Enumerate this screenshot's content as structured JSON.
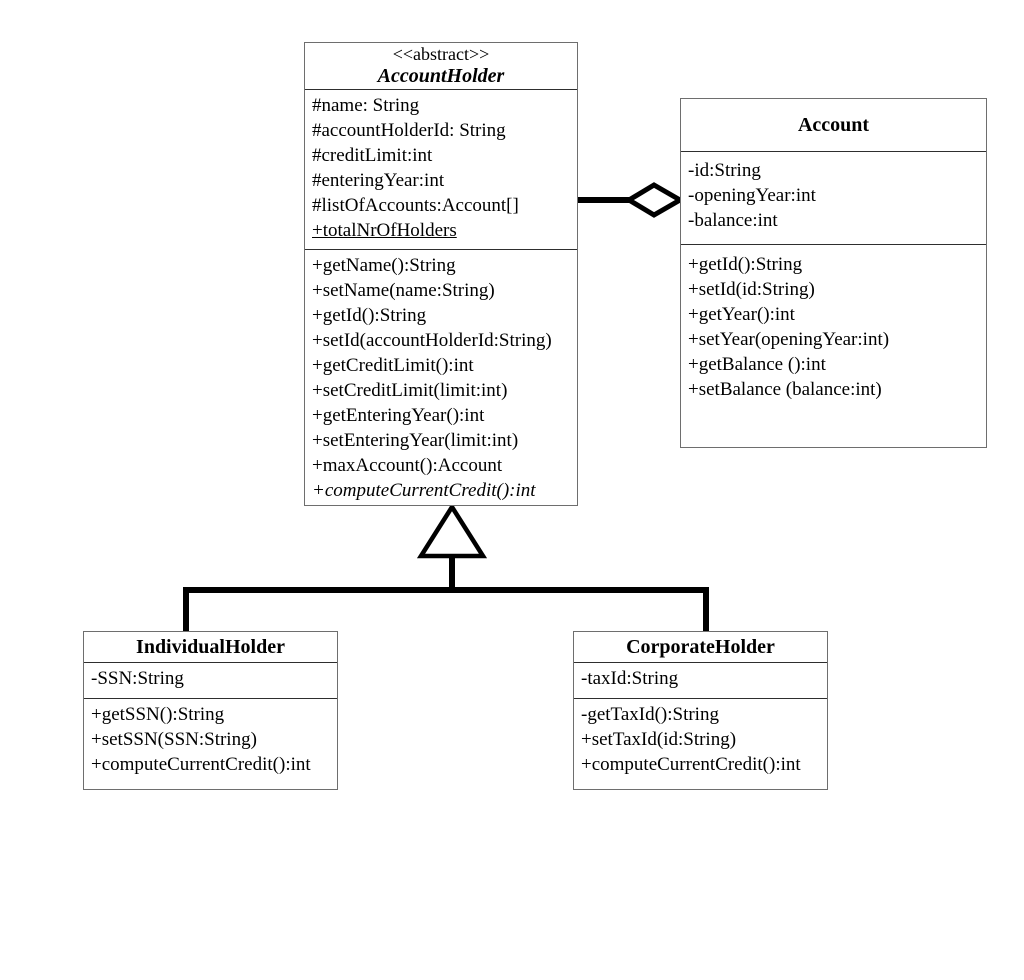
{
  "diagram": {
    "kind": "uml-class-diagram",
    "classes": {
      "account_holder": {
        "stereotype": "<<abstract>>",
        "name": "AccountHolder",
        "is_abstract": true,
        "attributes": [
          {
            "t": "#name: String"
          },
          {
            "t": "#accountHolderId: String"
          },
          {
            "t": "#creditLimit:int"
          },
          {
            "t": "#enteringYear:int"
          },
          {
            "t": "#listOfAccounts:Account[]"
          },
          {
            "t": "+totalNrOfHolders",
            "u": true
          }
        ],
        "methods": [
          {
            "t": "+getName():String"
          },
          {
            "t": "+setName(name:String)"
          },
          {
            "t": "+getId():String"
          },
          {
            "t": "+setId(accountHolderId:String)"
          },
          {
            "t": "+getCreditLimit():int"
          },
          {
            "t": "+setCreditLimit(limit:int)"
          },
          {
            "t": "+getEnteringYear():int"
          },
          {
            "t": "+setEnteringYear(limit:int)"
          },
          {
            "t": "+maxAccount():Account"
          },
          {
            "t": "+computeCurrentCredit():int",
            "i": true
          }
        ]
      },
      "account": {
        "name": "Account",
        "is_abstract": false,
        "attributes": [
          {
            "t": "-id:String"
          },
          {
            "t": "-openingYear:int"
          },
          {
            "t": "-balance:int"
          }
        ],
        "methods": [
          {
            "t": "+getId():String"
          },
          {
            "t": "+setId(id:String)"
          },
          {
            "t": "+getYear():int"
          },
          {
            "t": "+setYear(openingYear:int)"
          },
          {
            "t": "+getBalance ():int"
          },
          {
            "t": "+setBalance (balance:int)"
          }
        ]
      },
      "individual_holder": {
        "name": "IndividualHolder",
        "is_abstract": false,
        "attributes": [
          {
            "t": "-SSN:String"
          }
        ],
        "methods": [
          {
            "t": "+getSSN():String"
          },
          {
            "t": "+setSSN(SSN:String)"
          },
          {
            "t": "+computeCurrentCredit():int"
          }
        ]
      },
      "corporate_holder": {
        "name": "CorporateHolder",
        "is_abstract": false,
        "attributes": [
          {
            "t": "-taxId:String"
          }
        ],
        "methods": [
          {
            "t": "-getTaxId():String"
          },
          {
            "t": "+setTaxId(id:String)"
          },
          {
            "t": "+computeCurrentCredit():int"
          }
        ]
      }
    },
    "relationships": [
      {
        "type": "aggregation",
        "whole": "AccountHolder",
        "part": "Account"
      },
      {
        "type": "generalization",
        "child": "IndividualHolder",
        "parent": "AccountHolder"
      },
      {
        "type": "generalization",
        "child": "CorporateHolder",
        "parent": "AccountHolder"
      }
    ],
    "colors": {
      "background": "#ffffff",
      "text": "#000000",
      "box_border": "#6e6e6e",
      "divider": "#2e2e2e",
      "connector": "#000000"
    }
  }
}
